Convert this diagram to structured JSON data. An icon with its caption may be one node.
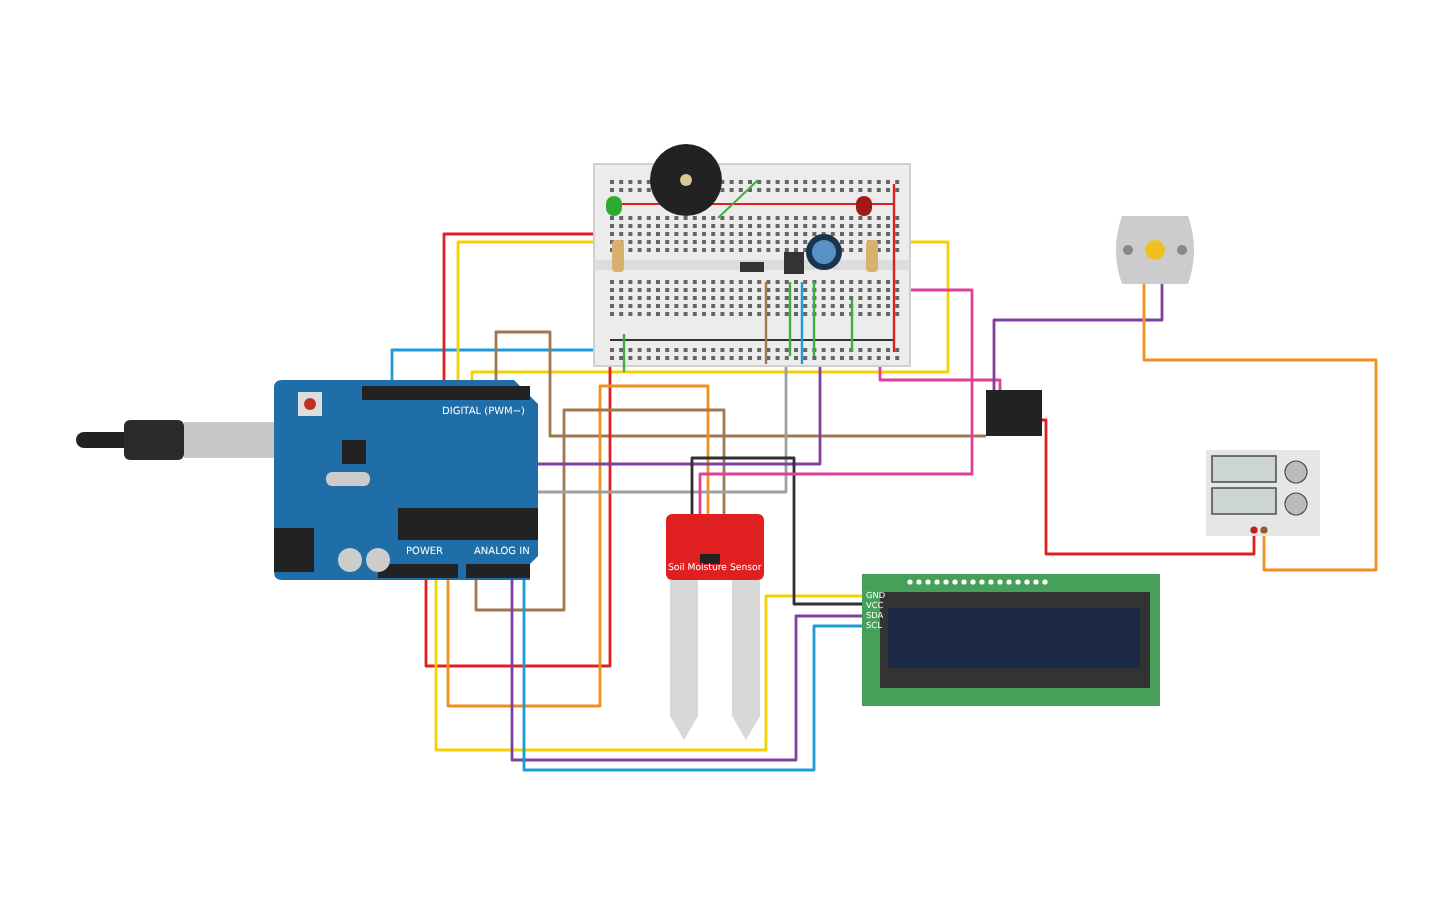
{
  "diagram": {
    "nodes": [
      {
        "text": [],
        "shape": "picture"
      },
      {
        "text": [
          "DIGITAL (PWM~)",
          "POWER",
          "ANALOG IN"
        ]
      },
      {
        "text": [
          "Soil Moisture Sensor"
        ]
      },
      {
        "text": [
          "GND",
          "VCC",
          "SDA",
          "SCL"
        ]
      },
      {
        "text": [],
        "shape": "box"
      },
      {
        "text": [],
        "shape": "picture"
      },
      {
        "text": [],
        "shape": "picture"
      }
    ],
    "edges": [
      {
        "from": 1,
        "to": 0,
        "arrow": "none",
        "color": "#1e9bd7"
      },
      {
        "from": 1,
        "to": 0,
        "arrow": "none",
        "color": "#e02020"
      },
      {
        "from": 1,
        "to": 0,
        "arrow": "none",
        "color": "#f5d000"
      },
      {
        "from": 1,
        "to": 0,
        "arrow": "none",
        "color": "#f5d000"
      },
      {
        "from": 1,
        "to": 4,
        "arrow": "none",
        "color": "#a07850"
      },
      {
        "from": 1,
        "to": 0,
        "arrow": "none",
        "color": "#e02020"
      },
      {
        "from": 1,
        "to": 3,
        "arrow": "none",
        "color": "#f5d000"
      },
      {
        "from": 1,
        "to": 2,
        "arrow": "none",
        "color": "#f0901e"
      },
      {
        "from": 1,
        "to": 2,
        "arrow": "none",
        "color": "#a07850"
      },
      {
        "from": 1,
        "to": 0,
        "arrow": "none",
        "color": "#a0a0a0"
      },
      {
        "from": 1,
        "to": 0,
        "arrow": "none",
        "color": "#8040a0"
      },
      {
        "from": 1,
        "to": 3,
        "arrow": "none",
        "color": "#8040a0"
      },
      {
        "from": 1,
        "to": 3,
        "arrow": "none",
        "color": "#1e9bd7"
      },
      {
        "from": 2,
        "to": 3,
        "arrow": "none",
        "color": "#303030"
      },
      {
        "from": 2,
        "to": 0,
        "arrow": "none",
        "color": "#e0409a"
      },
      {
        "from": 0,
        "to": 4,
        "arrow": "none",
        "color": "#e0409a"
      },
      {
        "from": 4,
        "to": 5,
        "arrow": "none",
        "color": "#8040a0"
      },
      {
        "from": 4,
        "to": 6,
        "arrow": "none",
        "color": "#e02020"
      },
      {
        "from": 5,
        "to": 6,
        "arrow": "none",
        "color": "#f0901e"
      }
    ]
  }
}
